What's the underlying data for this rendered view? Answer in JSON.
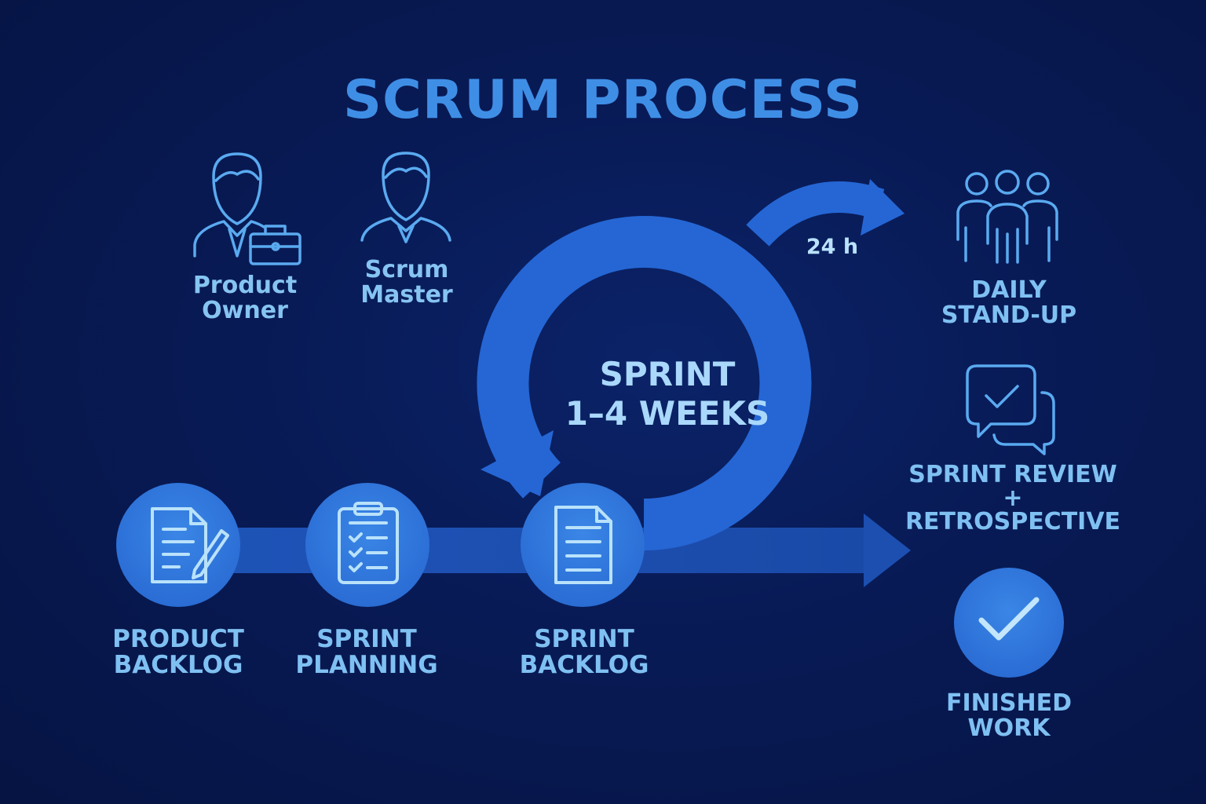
{
  "title": "SCRUM PROCESS",
  "roles": [
    {
      "name": "Product",
      "name2": "Owner",
      "icon": "product-owner-icon"
    },
    {
      "name": "Scrum",
      "name2": "Master",
      "icon": "scrum-master-icon"
    }
  ],
  "sprint": {
    "line1": "SPRINT",
    "line2": "1–4 WEEKS"
  },
  "daily_cycle_label": "24 h",
  "steps": [
    {
      "line1": "PRODUCT",
      "line2": "BACKLOG",
      "icon": "document-edit-icon"
    },
    {
      "line1": "SPRINT",
      "line2": "PLANNING",
      "icon": "checklist-icon"
    },
    {
      "line1": "SPRINT",
      "line2": "BACKLOG",
      "icon": "document-icon"
    }
  ],
  "outcomes": [
    {
      "line1": "DAILY",
      "line2": "STAND-UP",
      "icon": "team-icon"
    },
    {
      "line1": "SPRINT REVIEW",
      "line2": "+",
      "line3": "RETROSPECTIVE",
      "icon": "chat-check-icon"
    },
    {
      "line1": "FINISHED",
      "line2": "WORK",
      "icon": "check-circle-icon"
    }
  ],
  "colors": {
    "background": "#081a55",
    "title": "#3f8ee6",
    "accent": "#2566d4",
    "circle": "#3078dc",
    "icon_stroke": "#8fcdf7",
    "label": "#7fc0f2"
  }
}
